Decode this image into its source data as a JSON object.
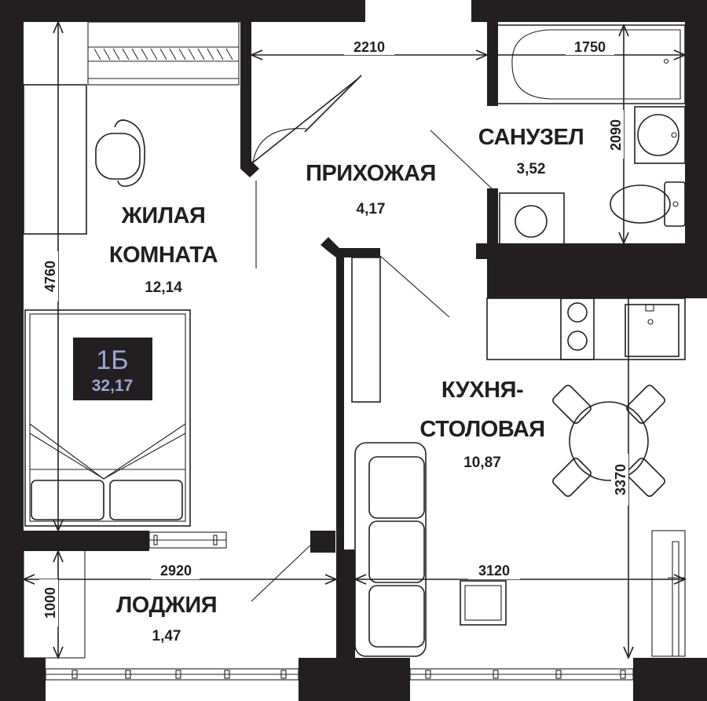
{
  "plan": {
    "badge": {
      "code": "1Б",
      "total_area": "32,17",
      "bg_color": "#231f20",
      "text_color": "#9aa6d6"
    },
    "rooms": [
      {
        "id": "living",
        "name_lines": [
          "ЖИЛАЯ",
          "КОМНАТА"
        ],
        "area": "12,14"
      },
      {
        "id": "hall",
        "name_lines": [
          "ПРИХОЖАЯ"
        ],
        "area": "4,17"
      },
      {
        "id": "bathroom",
        "name_lines": [
          "САНУЗЕЛ"
        ],
        "area": "3,52"
      },
      {
        "id": "kitchen",
        "name_lines": [
          "КУХНЯ-",
          "СТОЛОВАЯ"
        ],
        "area": "10,87"
      },
      {
        "id": "loggia",
        "name_lines": [
          "ЛОДЖИЯ"
        ],
        "area": "1,47"
      }
    ],
    "dimensions": {
      "hall_width": "2210",
      "bath_width": "1750",
      "bath_height": "2090",
      "living_height": "4760",
      "loggia_width": "2920",
      "kitchen_width": "3120",
      "kitchen_height": "3370",
      "loggia_height": "1000"
    }
  }
}
